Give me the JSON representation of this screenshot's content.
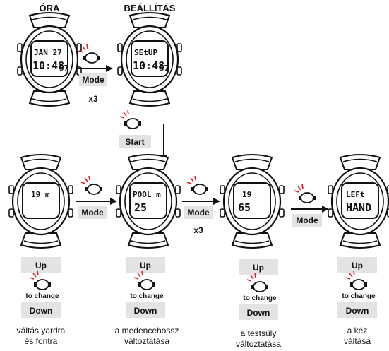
{
  "headings": {
    "left": "ÓRA",
    "right": "BEÁLLÍTÁS"
  },
  "watch1": {
    "line1": "JAN 27",
    "line2": "10:48",
    "seconds": "57"
  },
  "watch2": {
    "line1": "SEtUP",
    "line2": "10:48",
    "seconds": "57"
  },
  "watch3": {
    "line1": "19 m"
  },
  "watch4": {
    "line1": "POOL m",
    "line2": "25"
  },
  "watch5": {
    "line1": "19",
    "line2": "65"
  },
  "watch6": {
    "line1": "LEFt",
    "line2": "HAND"
  },
  "buttons": {
    "mode": "Mode",
    "start": "Start",
    "up": "Up",
    "down": "Down"
  },
  "multipliers": {
    "x3": "x3"
  },
  "to_change": "to change",
  "captions": {
    "c1": [
      "váltás yardra",
      "és fontra"
    ],
    "c2": [
      "a medencehossz",
      "változtatása"
    ],
    "c3": [
      "a testsúly",
      "változtatása"
    ],
    "c4": [
      "a kéz",
      "váltása"
    ]
  },
  "colors": {
    "label_bg": "#e3e3e3",
    "blink": "#e11b22",
    "ink": "#111111"
  }
}
